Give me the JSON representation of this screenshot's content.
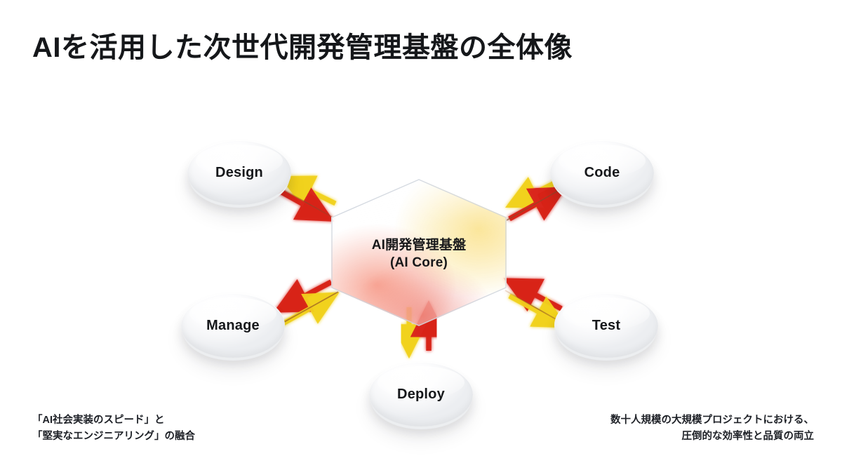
{
  "slide": {
    "title": "AIを活用した次世代開発管理基盤の全体像",
    "background_color": "#ffffff"
  },
  "core": {
    "name": "ai-core-hexagon",
    "line1": "AI開発管理基盤",
    "line2": "(AI Core)",
    "gradient_colors": [
      "#f7cb30",
      "#f15435",
      "#e0281a"
    ]
  },
  "nodes": [
    {
      "id": "design",
      "label": "Design"
    },
    {
      "id": "code",
      "label": "Code"
    },
    {
      "id": "manage",
      "label": "Manage"
    },
    {
      "id": "test",
      "label": "Test"
    },
    {
      "id": "deploy",
      "label": "Deploy"
    }
  ],
  "arrows": {
    "inbound_color": "#d9201a",
    "outbound_color": "#f2d21c",
    "pairs": [
      {
        "node": "design",
        "inbound": "Design → AI Core",
        "outbound": "AI Core → Design"
      },
      {
        "node": "code",
        "inbound": "Code → AI Core",
        "outbound": "AI Core → Code"
      },
      {
        "node": "manage",
        "inbound": "Manage → AI Core",
        "outbound": "AI Core → Manage"
      },
      {
        "node": "test",
        "inbound": "Test → AI Core",
        "outbound": "AI Core → Test"
      },
      {
        "node": "deploy",
        "inbound": "Deploy → AI Core",
        "outbound": "AI Core → Deploy"
      }
    ]
  },
  "footer": {
    "left_line1": "「AI社会実装のスピード」と",
    "left_line2": "「堅実なエンジニアリング」の融合",
    "right_line1": "数十人規模の大規模プロジェクトにおける、",
    "right_line2": "圧倒的な効率性と品質の両立"
  }
}
